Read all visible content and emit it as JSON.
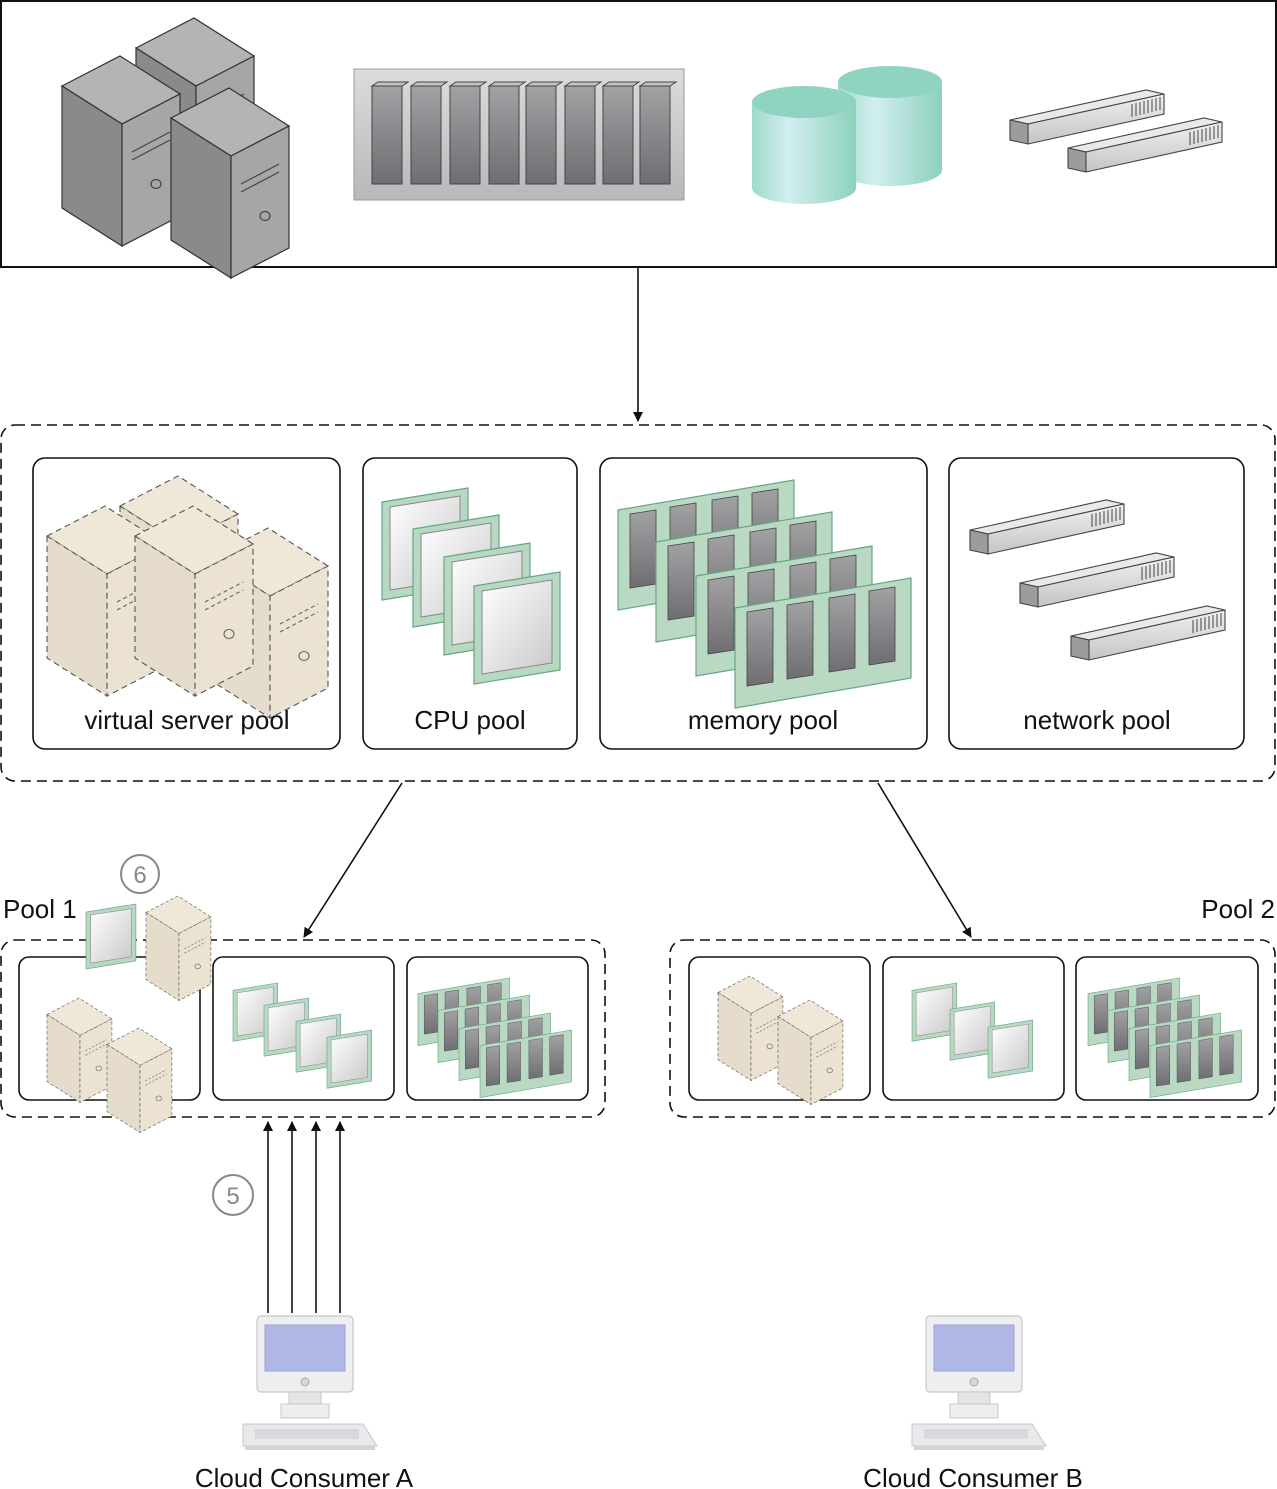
{
  "diagram": {
    "physical_resources": [
      "physical-server-icon",
      "cpu-rack-icon",
      "storage-cylinder-icon",
      "network-switch-icon"
    ],
    "resource_pools": [
      {
        "label": "virtual server pool",
        "icon": "virtual-server-icon"
      },
      {
        "label": "CPU pool",
        "icon": "cpu-icon"
      },
      {
        "label": "memory pool",
        "icon": "memory-module-icon"
      },
      {
        "label": "network pool",
        "icon": "network-switch-icon"
      }
    ],
    "pool1": {
      "label": "Pool 1"
    },
    "pool2": {
      "label": "Pool 2"
    },
    "step5": "5",
    "step6": "6",
    "consumer_a": "Cloud Consumer A",
    "consumer_b": "Cloud Consumer B"
  },
  "colors": {
    "server_gray": "#8a8a8d",
    "virtual_tan": "#e6dccb",
    "memory_green": "#b9d9c3",
    "storage_teal": "#9fdccb",
    "screen_blue": "#b0b8e6",
    "step_gray": "#888888"
  }
}
